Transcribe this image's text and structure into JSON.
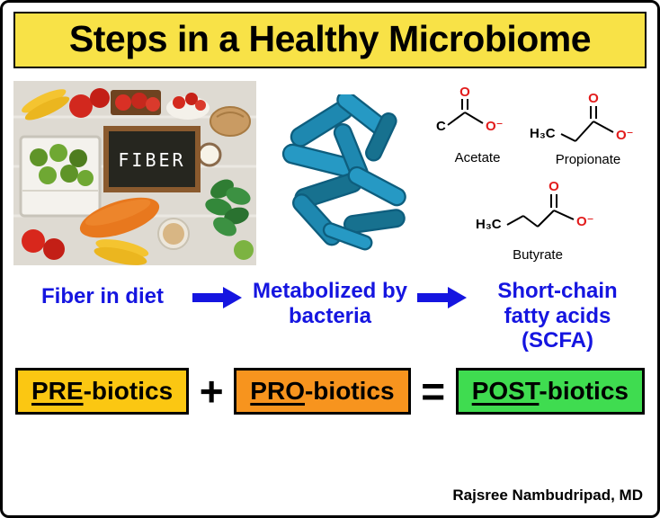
{
  "title": "Steps in a Healthy Microbiome",
  "photo": {
    "chalkboard_label": "FIBER"
  },
  "chemicals": {
    "acetate": {
      "name": "Acetate",
      "start_group": "C",
      "oxygen": "O",
      "oxygen_minus": "O⁻"
    },
    "propionate": {
      "name": "Propionate",
      "start_group": "H₃C",
      "oxygen": "O",
      "oxygen_minus": "O⁻"
    },
    "butyrate": {
      "name": "Butyrate",
      "start_group": "H₃C",
      "oxygen": "O",
      "oxygen_minus": "O⁻"
    }
  },
  "flow": {
    "step1": "Fiber in diet",
    "step2": "Metabolized by bacteria",
    "step3": "Short-chain fatty acids (SCFA)"
  },
  "equation": {
    "plus": "+",
    "equals": "=",
    "boxes": [
      {
        "prefix": "PRE",
        "suffix": "-biotics",
        "bg": "#FBC712"
      },
      {
        "prefix": "PRO",
        "suffix": "-biotics",
        "bg": "#F7941E"
      },
      {
        "prefix": "POST",
        "suffix": "-biotics",
        "bg": "#3FDC50"
      }
    ]
  },
  "credit": "Rajsree Nambudripad, MD",
  "colors": {
    "banner_bg": "#F8E247",
    "flow_text": "#1515E0",
    "oxygen_red": "#E21B1B",
    "bacteria_teal": "#1E88B0"
  }
}
